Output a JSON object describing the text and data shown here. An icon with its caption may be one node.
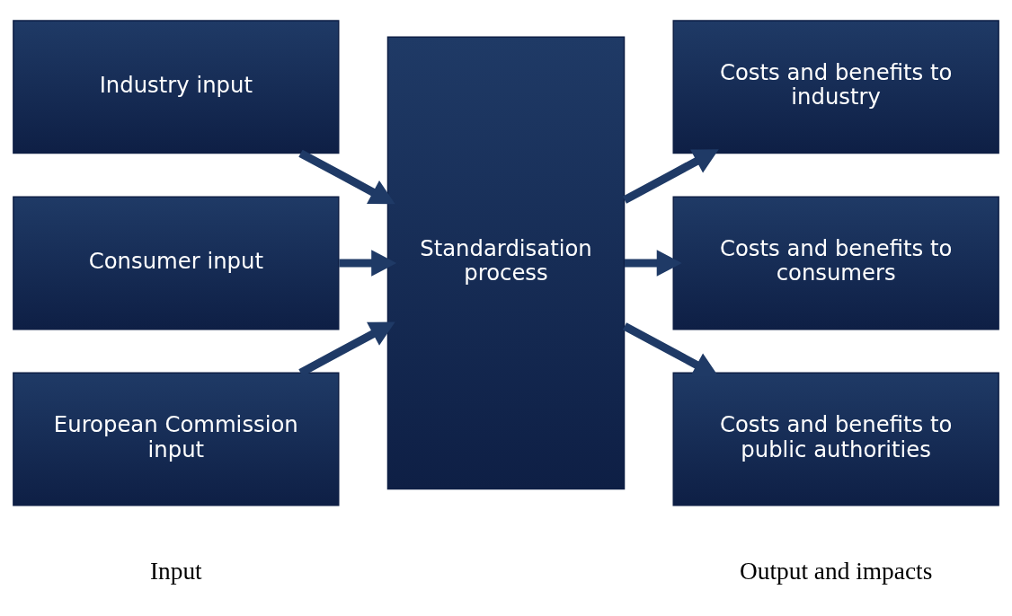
{
  "diagram": {
    "nodes": [
      {
        "text": [
          "Industry input"
        ]
      },
      {
        "text": [
          "Consumer input"
        ]
      },
      {
        "text": [
          "European Commission input"
        ]
      },
      {
        "text": [
          "Standardisation process"
        ]
      },
      {
        "text": [
          "Costs and benefits to industry"
        ]
      },
      {
        "text": [
          "Costs and benefits to consumers"
        ]
      },
      {
        "text": [
          "Costs and benefits to public authorities"
        ]
      }
    ],
    "edges": [
      {
        "from": 0,
        "to": 3,
        "arrow": "to"
      },
      {
        "from": 1,
        "to": 3,
        "arrow": "to"
      },
      {
        "from": 2,
        "to": 3,
        "arrow": "to"
      },
      {
        "from": 3,
        "to": 4,
        "arrow": "to"
      },
      {
        "from": 3,
        "to": 5,
        "arrow": "to"
      },
      {
        "from": 3,
        "to": 6,
        "arrow": "to"
      }
    ],
    "labels": [
      "Input",
      "Output and impacts"
    ]
  }
}
